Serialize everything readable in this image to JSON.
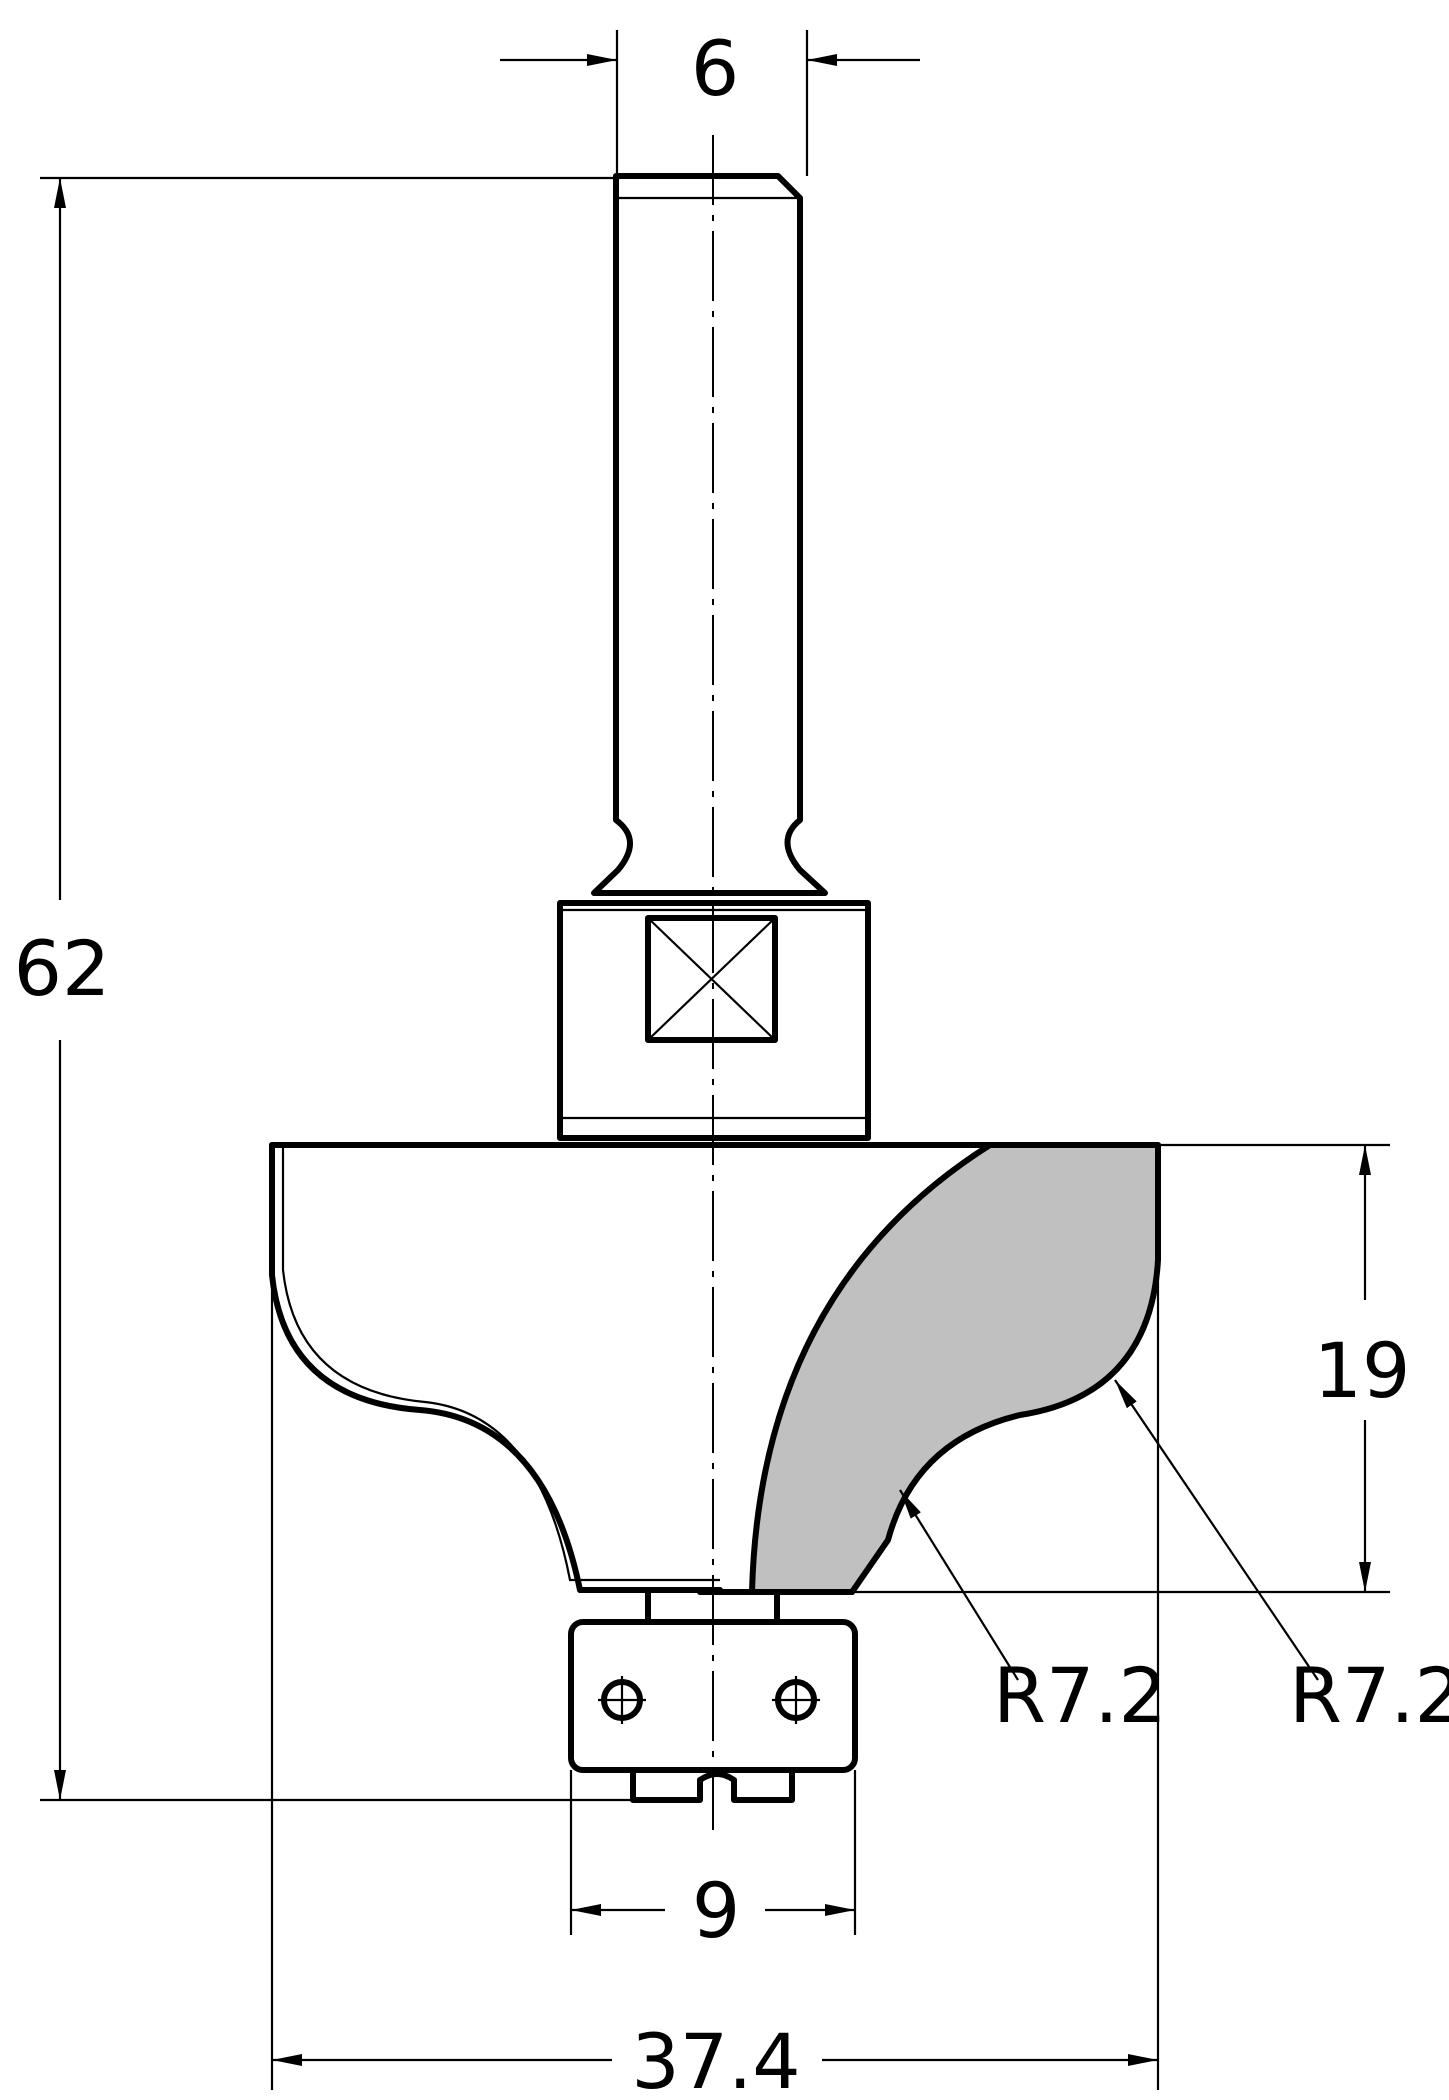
{
  "dimensions": {
    "shank_diameter": "6",
    "overall_length": "62",
    "cutting_height": "19",
    "radius_inner": "R7.2",
    "radius_outer": "R7.2",
    "bearing_diameter": "9",
    "cutting_diameter": "37.4"
  },
  "colors": {
    "line": "#000000",
    "cutting_face": "#c0c0c0",
    "background": "#ffffff"
  }
}
